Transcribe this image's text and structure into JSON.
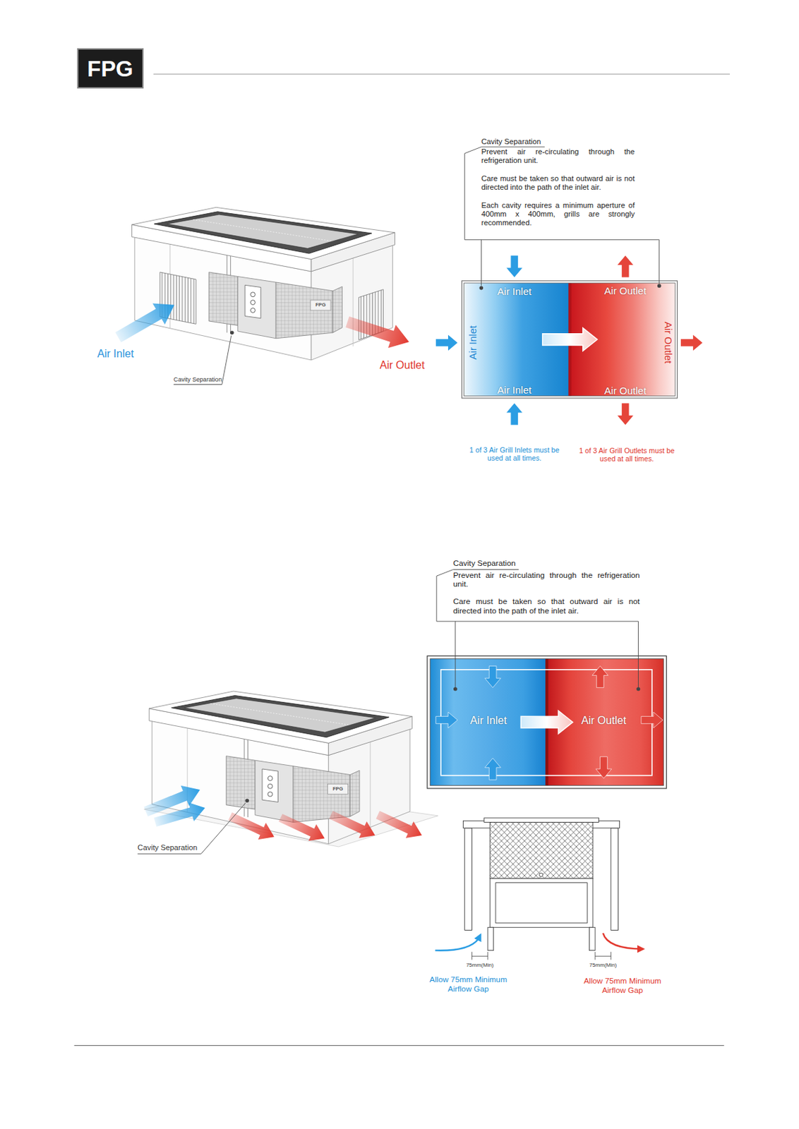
{
  "diagram": {
    "nodes": [
      {
        "text": [
          "FPG"
        ]
      },
      {
        "text": [
          "Air Inlet",
          "Air Inlet",
          "Air Inlet"
        ]
      },
      {
        "text": [
          "Air Outlet",
          "Air Outlet",
          "Air Outlet"
        ]
      },
      {
        "text": [
          "Air Inlet"
        ]
      },
      {
        "text": [
          "Air Outlet"
        ]
      }
    ],
    "edges": [
      {
        "from": 1,
        "to": 2,
        "arrow": "to"
      },
      {
        "from": 3,
        "to": 4,
        "arrow": "to"
      }
    ],
    "labels": [
      "Cavity Separation",
      "Prevent air re-circulating through the refrigeration unit.",
      "Care must be taken so that outward air is not directed into the path of the inlet air.",
      "Each cavity requires a minimum aperture of 400mm x 400mm, grills are strongly recommended.",
      "Air Inlet",
      "FPG",
      "Air Outlet",
      "Cavity Separation",
      "1 of 3 Air Grill Inlets must be used at all times.",
      "1 of 3 Air Grill Outlets must be used at all times.",
      "Cavity Separation",
      "Prevent air re-circulating through the refrigeration unit.",
      "Care must be taken so that outward air is not directed into the path of the inlet air.",
      "FPG",
      "Cavity Separation",
      "75mm(Min)",
      "75mm(Min)",
      "Allow 75mm Minimum Airflow Gap",
      "Allow 75mm Minimum Airflow Gap"
    ]
  }
}
